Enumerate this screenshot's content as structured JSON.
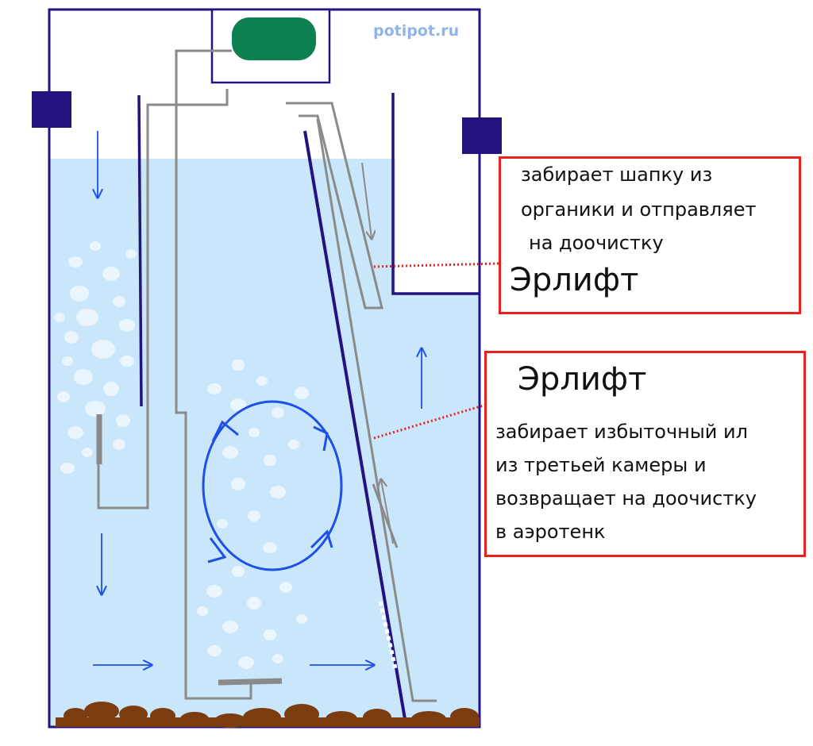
{
  "watermark": "potipot.ru",
  "callout_top": {
    "line1": "забирает шапку из",
    "line2": "органики и отправляет",
    "line3": "на доочистку",
    "title": "Эрлифт"
  },
  "callout_bottom": {
    "title": "Эрлифт",
    "line1": "забирает избыточный ил",
    "line2": "из третьей камеры и",
    "line3": "возвращает на доочистку",
    "line4": "в аэротенк"
  },
  "colors": {
    "water": "#c9e6fa",
    "tank_outline": "#22137e",
    "pipe_gray": "#8a8a8a",
    "arrow_blue": "#1e50e6",
    "sludge": "#7b3c10",
    "compressor": "#0c8050",
    "callout_border": "#e8201e"
  }
}
